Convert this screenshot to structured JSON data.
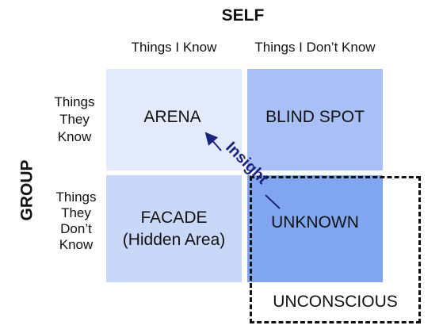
{
  "title": "SELF",
  "columns": [
    "Things I Know",
    "Things I Don’t Know"
  ],
  "rows": [
    [
      "Things",
      "They",
      "Know"
    ],
    [
      "Things",
      "They",
      "Don’t",
      "Know"
    ]
  ],
  "group_label": "GROUP",
  "quadrants": {
    "arena": "ARENA",
    "blind_spot": "BLIND SPOT",
    "facade": [
      "FACADE",
      "(Hidden Area)"
    ],
    "unknown": "UNKNOWN"
  },
  "unconscious": "UNCONSCIOUS",
  "insight": "Insight",
  "colors": {
    "arena": "#e3ebfb",
    "blind_spot": "#a9c0f6",
    "facade": "#c9d8f8",
    "unknown": "#80a6f2",
    "insight": "#1a237e"
  }
}
